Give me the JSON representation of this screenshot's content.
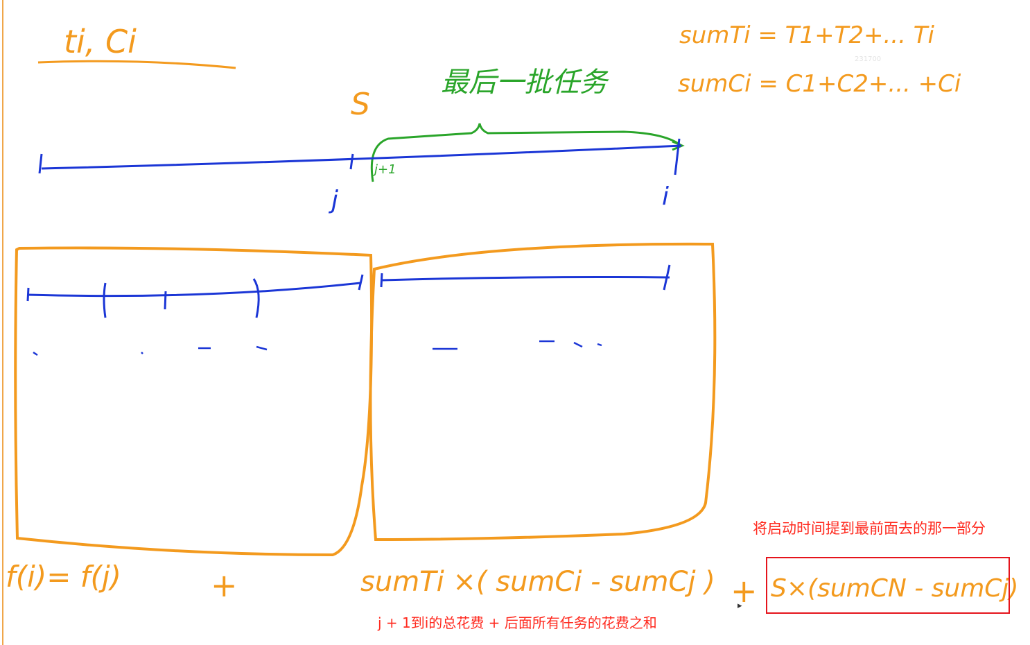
{
  "header_vars": "ti,  Ci",
  "sum_T_line": "sumTi = T1+T2+... Ti",
  "sum_C_line": "sumCi = C1+C2+... +Ci",
  "watermark": "231700",
  "s_label": "S",
  "last_batch_label": "最后一批任务",
  "j_label": "j",
  "j_plus_one_label": "j+1",
  "i_label": "i",
  "f_formula": "f(i)= f(j)",
  "plus_sign": "+",
  "middle_term": "sumTi ×( sumCi - sumCj )",
  "plus_sign_2": "+",
  "boxed_term": "S×(sumCN - sumCj)",
  "note_startup": "将启动时间提到最前面去的那一部分",
  "note_total": "j + 1到i的总花费 +  后面所有任务的花费之和",
  "colors": {
    "orange_ink": "#f39a1e",
    "blue_ink": "#1b36d6",
    "green_ink": "#2aa52a",
    "red_note": "#ff2a1f"
  }
}
